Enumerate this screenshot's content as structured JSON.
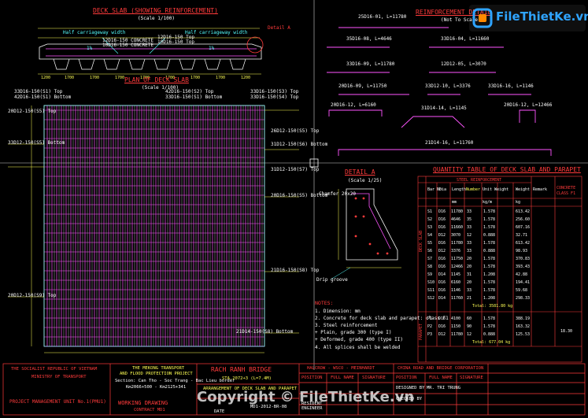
{
  "drawing": {
    "titles": {
      "deck_slab": "DECK SLAB (SHOWING REINFORCEMENT)",
      "deck_slab_scale": "(Scale 1/100)",
      "plan": "PLAN OF DECK SLAB",
      "plan_scale": "(Scale 1/100)",
      "reinf_detail": "REINFORCEMENT DETAIL",
      "reinf_scale": "(Not To Scale)",
      "detail_a": "DETAIL A",
      "detail_a_scale": "(Scale 1/25)",
      "quantity": "QUANTITY TABLE OF DECK SLAB AND PARAPET",
      "detail_a_ref": "Detail A",
      "drip_groove": "Drip groove",
      "chamfer": "Chamfer 20x20"
    },
    "section_labels": [
      "Half carriageway width",
      "Half carriageway width",
      "1%",
      "1%"
    ],
    "bar_marks_section": [
      "12D16-150 CONCRETE",
      "10D16-150 CONCRETE",
      "12D16-150 Top",
      "10D16-150 Top"
    ],
    "dims_bottom": [
      "1200",
      "1700",
      "1700",
      "1700",
      "1700",
      "1700",
      "1700",
      "1700",
      "1200"
    ],
    "plan_marks": [
      "33D16-150(S1) Top",
      "42D16-150(S2) Top",
      "33D16-150(S3) Top",
      "42D16-150(S1) Bottom",
      "33D16-150(S1) Bottom",
      "33D16-150(S4) Top",
      "20D12-150(S5) Top",
      "33D12-150(S5) Bottom",
      "26D12-150(S5) Top",
      "31D12-150(S6) Bottom",
      "31D12-150(S7) Top",
      "20D16-150(S5) Bottom",
      "21D16-150(S8) Top",
      "20D12-150(S9) Top",
      "21D14-150(S8) Bottom"
    ],
    "reinf_bars": [
      "25D16-01, L=11780",
      "35D16-08, L=4646",
      "33D16-04, L=11660",
      "12D12-05, L=3070",
      "33D16-09, L=11780",
      "33D12-10, L=3376",
      "20D16-09, L=11750",
      "20D16-12, L=12466",
      "31D14-14, L=1145",
      "20D16-12, L=6160",
      "33D16-16, L=1146",
      "21D14-16, L=11760"
    ]
  },
  "notes": {
    "heading": "NOTES:",
    "items": [
      "1. Dimension: mm",
      "2. Concrete for deck slab and parapet: class F1",
      "3. Steel reinforcement",
      "     + Plain, grade 300 (type I)",
      "     + Deformed, grade 400 (type II)",
      "4. All splices shall be welded"
    ]
  },
  "quantity_table": {
    "header_group": "STEEL REINFORCEMENT",
    "col_bar": "Bar No",
    "col_dia": "Dia",
    "col_length": "Length",
    "col_number": "Number",
    "col_unit_w": "Unit Weight",
    "col_weight": "Weight",
    "col_remark": "Remark",
    "concrete_label": "CONCRETE CLASS F1",
    "unit_mm": "mm",
    "unit_kgm": "kg/m",
    "unit_kg": "kg",
    "group_slab": "DECK SLAB",
    "group_parapet": "PARAPET",
    "rows": [
      [
        "S1",
        "D16",
        "11780",
        "33",
        "1.578",
        "613.42"
      ],
      [
        "S2",
        "D16",
        "4646",
        "35",
        "1.578",
        "256.60"
      ],
      [
        "S3",
        "D16",
        "11660",
        "33",
        "1.578",
        "607.16"
      ],
      [
        "S4",
        "D12",
        "3070",
        "12",
        "0.888",
        "32.71"
      ],
      [
        "S5",
        "D16",
        "11780",
        "33",
        "1.578",
        "613.42"
      ],
      [
        "S6",
        "D12",
        "3376",
        "33",
        "0.888",
        "98.93"
      ],
      [
        "S7",
        "D16",
        "11750",
        "20",
        "1.578",
        "370.83"
      ],
      [
        "S8",
        "D16",
        "12466",
        "20",
        "1.578",
        "393.43"
      ],
      [
        "S9",
        "D14",
        "1145",
        "31",
        "1.208",
        "42.88"
      ],
      [
        "S10",
        "D16",
        "6160",
        "20",
        "1.578",
        "194.41"
      ],
      [
        "S11",
        "D16",
        "1146",
        "33",
        "1.578",
        "59.68"
      ],
      [
        "S12",
        "D14",
        "11760",
        "21",
        "1.208",
        "298.33"
      ]
    ],
    "total_slab": "Total: 3581.80 kg",
    "parapet_rows": [
      [
        "P1",
        "D16",
        "4100",
        "60",
        "1.578",
        "388.19"
      ],
      [
        "P2",
        "D16",
        "1150",
        "90",
        "1.578",
        "163.32"
      ],
      [
        "P3",
        "D12",
        "11780",
        "12",
        "0.888",
        "125.53"
      ]
    ],
    "total_parapet": "Total: 677.04 kg",
    "concrete_qty": "18.30"
  },
  "title_block": {
    "ministry_1": "THE SOCIALIST REPUBLIC OF VIETNAM",
    "ministry_2": "MINISTRY OF TRANSPORT",
    "pmu": "PROJECT MANAGEMENT UNIT No.1(PMU1)",
    "project_1": "THE MEKONG TRANSPORT",
    "project_2": "AND FLOOD PROTECTION PROJECT",
    "section": "Section: Can Tho - Soc Trang - Bac Lieu border",
    "km": "Km2066+500 - Km2125+341",
    "bridge": "RACH RANH BRIDGE",
    "station": "STA.2072+3 (L=7.4M)",
    "drawing_title": "ARRANGEMENT OF DECK SLAB AND PARAPET",
    "stage": "WORKING DRAWING",
    "contract": "CONTRACT MD1",
    "consultant": "HALCROW - WSCO - MEINHARDT",
    "contractor": "CHINA ROAD AND BRIDGE CORPORATION",
    "position": "POSITION",
    "full_name": "FULL NAME",
    "signature": "SIGNATURE",
    "designed_by": "DESIGNED BY",
    "designer": "MR. TRI TRUNG",
    "checked_by": "CHECKED BY",
    "resident_engineer": "RESIDENT ENGINEER",
    "date": "DATE",
    "sheet": "MD1-2012-BR-08"
  },
  "watermark": {
    "logo_text": "FileThietKe.vn",
    "copyright": "Copyright © FileThietKe.vn"
  }
}
